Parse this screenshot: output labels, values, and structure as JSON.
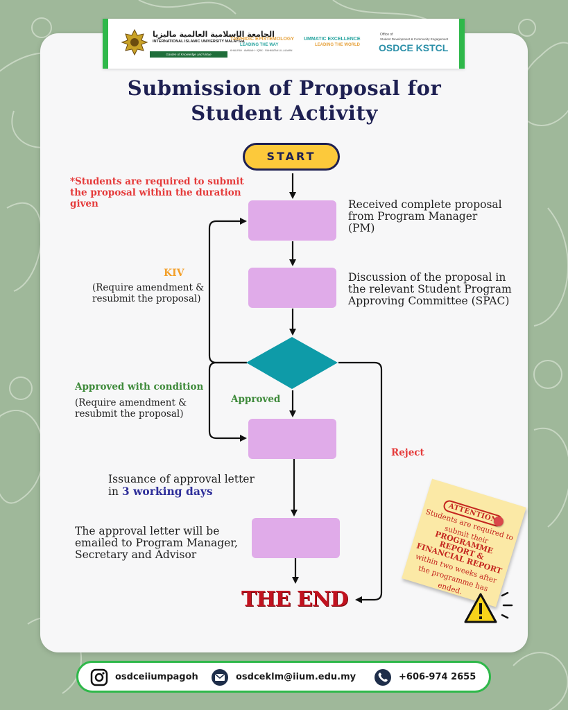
{
  "header": {
    "university_arabic": "الجامعة الإسلامية العالمية ماليزيا",
    "university_name": "INTERNATIONAL ISLAMIC UNIVERSITY MALAYSIA",
    "university_motto": "Garden of Knowledge and Virtue",
    "tagline1_top": "TAWHIDIC EPISTEMOLOGY",
    "tagline1_bottom": "LEADING THE WAY",
    "tagline1_sub": "KHALIFAH · AMANAH · IQRA' · RAHMATAN LIL-ALAMIN",
    "tagline2_top": "UMMATIC EXCELLENCE",
    "tagline2_bottom": "LEADING THE WORLD",
    "office_line1": "Office of",
    "office_line2": "Student Development & Community Engagement",
    "office_name": "OSDCE KSTCL"
  },
  "title": {
    "line1": "Submission of Proposal for",
    "line2": "Student Activity"
  },
  "flow": {
    "start": "START",
    "note": [
      "*Students are required to submit",
      "the proposal within the duration",
      "given"
    ],
    "step1": [
      "Received complete proposal",
      "from Program Manager",
      "(PM)"
    ],
    "step2": [
      "Discussion of the proposal in",
      "the relevant Student Program",
      "Approving Committee (SPAC)"
    ],
    "kiv_label": "KIV",
    "kiv_desc": [
      "(Require amendment &",
      "resubmit the proposal)"
    ],
    "cond_label": "Approved with condition",
    "cond_desc": [
      "(Require amendment &",
      "resubmit the proposal)"
    ],
    "approved_label": "Approved",
    "reject_label": "Reject",
    "issuance": "Issuance of approval letter",
    "issuance_in": "in ",
    "issuance_days": "3 working days",
    "emailed": [
      "The approval letter will be",
      "emailed to Program Manager,",
      "Secretary and Advisor"
    ],
    "end": "THE END"
  },
  "attention": {
    "badge": "ATTENTION",
    "text1": "Students are required to",
    "text2": "submit their",
    "strong1": "PROGRAMME",
    "strong2": "REPORT &",
    "strong3": "FINANCIAL REPORT",
    "text3": "within two weeks after",
    "text4": "the programme has",
    "text5": "ended."
  },
  "contact": {
    "instagram": "osdceiiumpagoh",
    "email": "osdceklm@iium.edu.my",
    "phone": "+606-974 2655"
  },
  "colors": {
    "background": "#9fb89a",
    "title": "#1e2052",
    "box": "#e0abe9",
    "decision": "#0e9ba8",
    "start": "#fcc93b",
    "end": "#c1121f",
    "accent_green": "#2fb84a"
  }
}
